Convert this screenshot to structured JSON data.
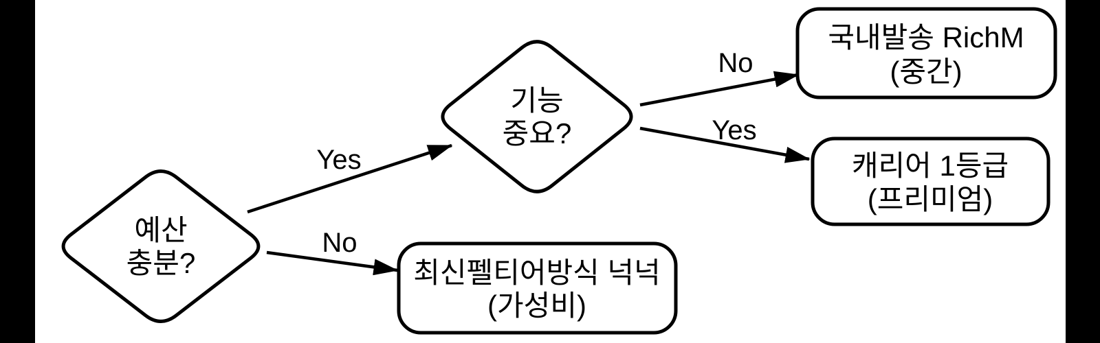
{
  "frame": {
    "left_bar_color": "#000000",
    "right_bar_color": "#000000",
    "canvas_color": "#ffffff"
  },
  "diagram": {
    "type": "decision-flowchart",
    "stroke_color": "#000000",
    "text_color": "#000000",
    "node_fill": "#ffffff",
    "nodes": {
      "budget": {
        "shape": "diamond",
        "line1": "예산",
        "line2": "충분?"
      },
      "feature": {
        "shape": "diamond",
        "line1": "기능",
        "line2": "중요?"
      },
      "domestic": {
        "shape": "rounded-rect",
        "line1": "국내발송 RichM",
        "line2": "(중간)"
      },
      "carrier": {
        "shape": "rounded-rect",
        "line1": "캐리어 1등급",
        "line2": "(프리미엄)"
      },
      "peltier": {
        "shape": "rounded-rect",
        "line1": "최신펠티어방식 넉넉",
        "line2": "(가성비)"
      }
    },
    "edges": {
      "budget_yes": {
        "from": "budget",
        "to": "feature",
        "label": "Yes"
      },
      "budget_no": {
        "from": "budget",
        "to": "peltier",
        "label": "No"
      },
      "feature_no": {
        "from": "feature",
        "to": "domestic",
        "label": "No"
      },
      "feature_yes": {
        "from": "feature",
        "to": "carrier",
        "label": "Yes"
      }
    }
  }
}
